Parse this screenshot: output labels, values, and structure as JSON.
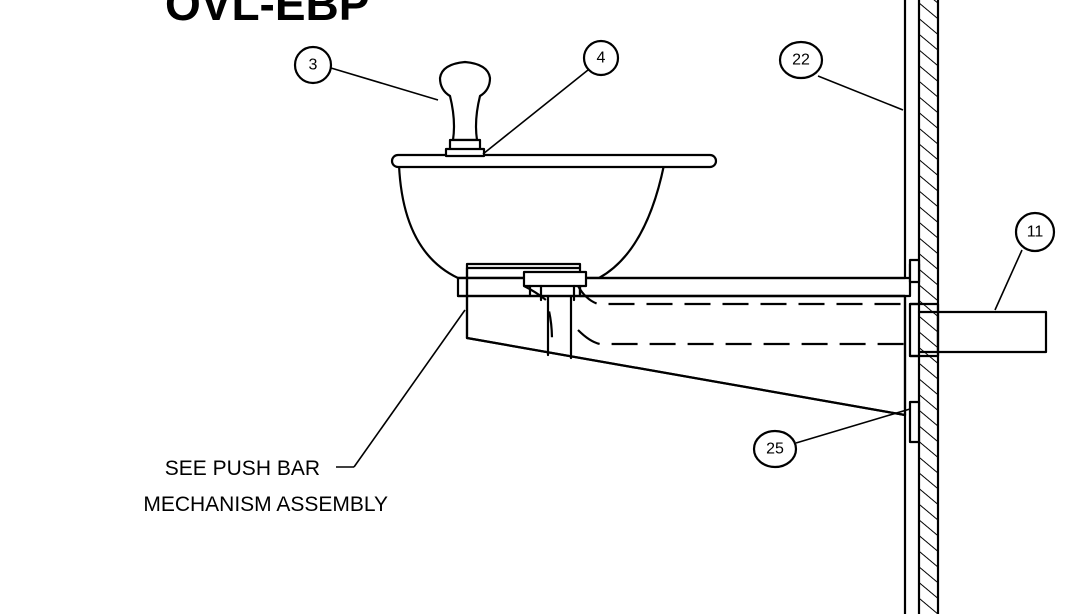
{
  "title": "OVL-EBP",
  "callouts": [
    {
      "id": "callout-3",
      "label": "3"
    },
    {
      "id": "callout-4",
      "label": "4"
    },
    {
      "id": "callout-22",
      "label": "22"
    },
    {
      "id": "callout-11",
      "label": "11"
    },
    {
      "id": "callout-25",
      "label": "25"
    }
  ],
  "note": {
    "line1": "SEE PUSH BAR",
    "line2": "MECHANISM ASSEMBLY"
  }
}
